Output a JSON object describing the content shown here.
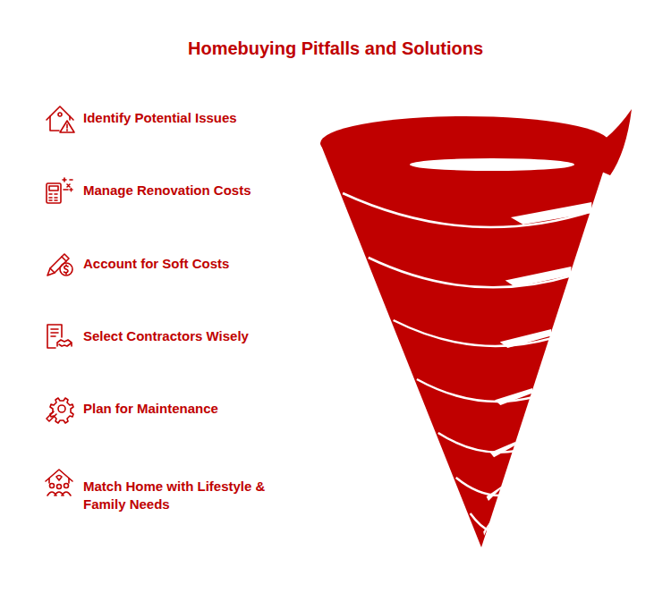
{
  "diagram": {
    "title": "Homebuying Pitfalls and Solutions",
    "labels": [
      "Identify Potential Issues",
      "Manage Renovation Costs",
      "Account for Soft Costs",
      "Select Contractors Wisely",
      "Plan for Maintenance",
      "Match Home with Lifestyle & Family Needs"
    ]
  }
}
